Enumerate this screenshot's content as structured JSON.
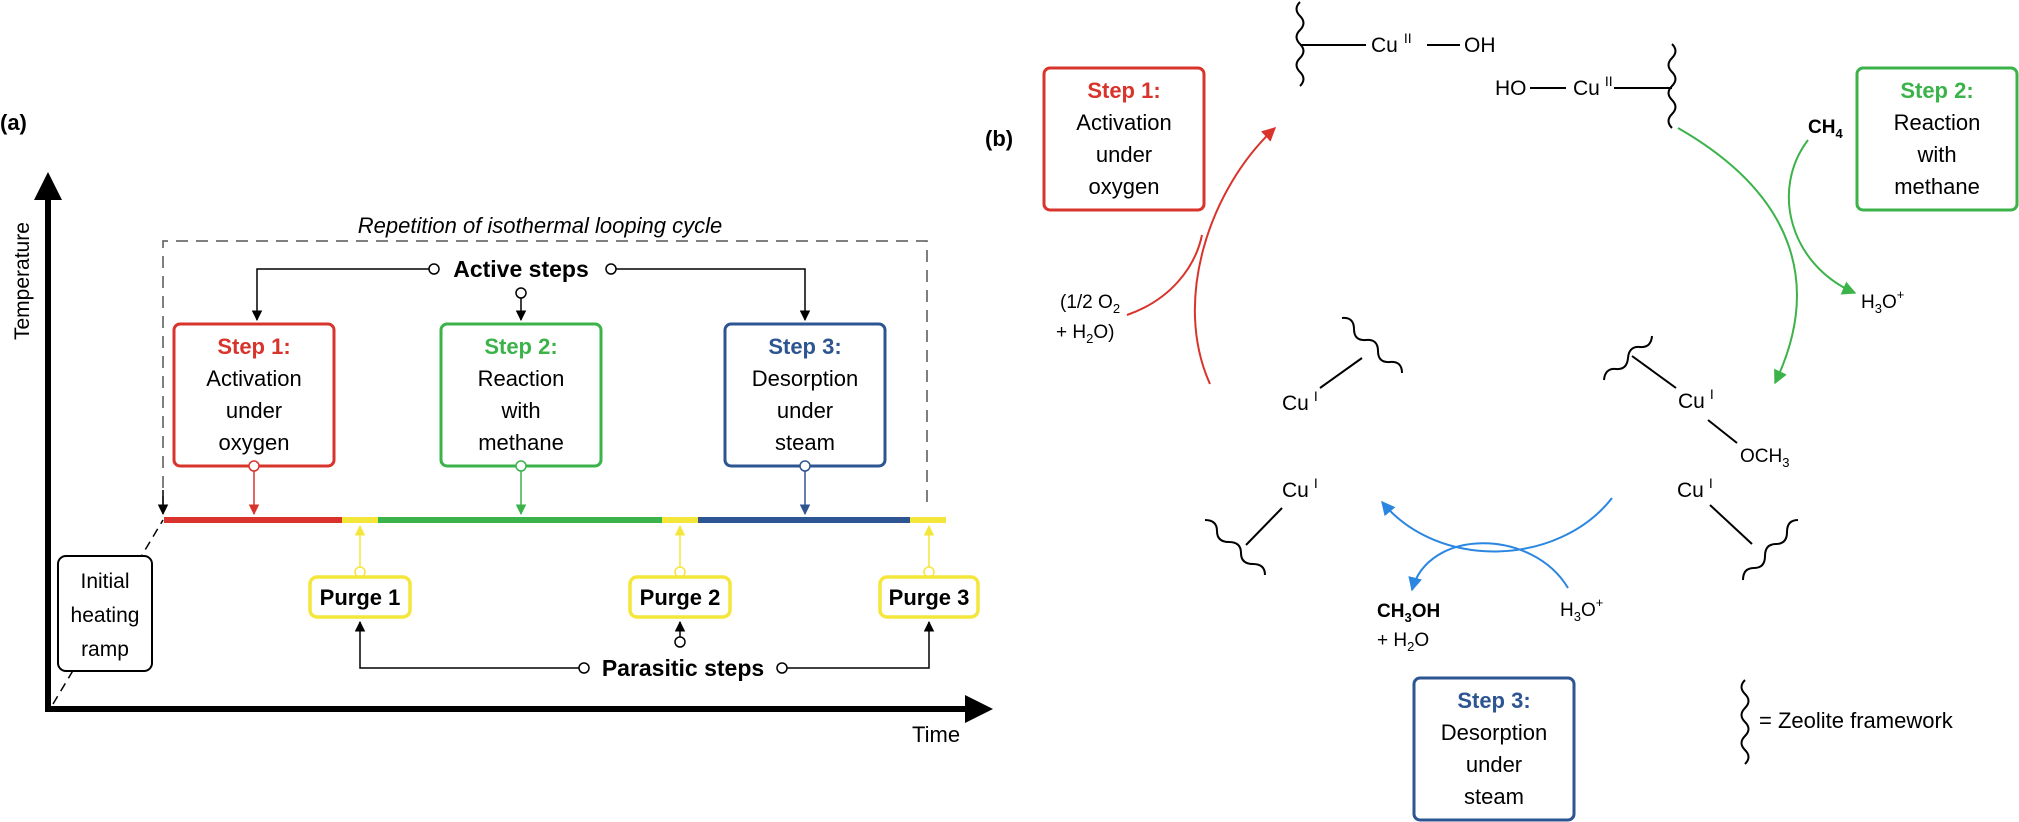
{
  "colors": {
    "step1": "#d9342b",
    "step2": "#3cb34a",
    "step3": "#2d5591",
    "purge": "#f5e63c",
    "purge_text": "#000000",
    "frame": "#000000",
    "blue_arrow": "#2a86e0",
    "dashed": "#555555"
  },
  "panel_a": {
    "label": "(a)",
    "y_axis": "Temperature",
    "x_axis": "Time",
    "repetition_label": "Repetition of isothermal looping cycle",
    "active_steps": "Active steps",
    "parasitic_steps": "Parasitic steps",
    "initial_ramp": [
      "Initial",
      "heating",
      "ramp"
    ],
    "step1": {
      "title": "Step 1:",
      "lines": [
        "Activation",
        "under",
        "oxygen"
      ]
    },
    "step2": {
      "title": "Step 2:",
      "lines": [
        "Reaction",
        "with",
        "methane"
      ]
    },
    "step3": {
      "title": "Step 3:",
      "lines": [
        "Desorption",
        "under",
        "steam"
      ]
    },
    "purge1": "Purge 1",
    "purge2": "Purge 2",
    "purge3": "Purge 3"
  },
  "panel_b": {
    "label": "(b)",
    "step1": {
      "title": "Step 1:",
      "lines": [
        "Activation",
        "under",
        "oxygen"
      ]
    },
    "step2": {
      "title": "Step 2:",
      "lines": [
        "Reaction",
        "with",
        "methane"
      ]
    },
    "step3": {
      "title": "Step 3:",
      "lines": [
        "Desorption",
        "under",
        "steam"
      ]
    },
    "cu2_oh": {
      "cu": "Cu",
      "ox": "II",
      "oh": "OH"
    },
    "ho_cu2": {
      "ho": "HO",
      "cu": "Cu",
      "ox": "II"
    },
    "ch4": {
      "c": "CH",
      "sub": "4"
    },
    "h3o_right": {
      "h": "H",
      "sub": "3",
      "o": "O",
      "sup": "+"
    },
    "o2_reagent": {
      "l1a": "(1/2 O",
      "l1sub": "2",
      "l2a": "+  H",
      "l2sub": "2",
      "l2b": "O)"
    },
    "cu1_left": {
      "cu": "Cu",
      "ox": "I"
    },
    "cu1_och3": {
      "cu": "Cu",
      "ox": "I",
      "och": "OCH",
      "sub": "3"
    },
    "cu1_bottom_left": {
      "cu": "Cu",
      "ox": "I"
    },
    "cu1_bottom_right": {
      "cu": "Cu",
      "ox": "I"
    },
    "ch3oh": {
      "a": "CH",
      "sub": "3",
      "b": "OH",
      "l2a": "+  H",
      "l2sub": "2",
      "l2b": "O"
    },
    "h3o_bottom": {
      "h": "H",
      "sub": "3",
      "o": "O",
      "sup": "+"
    },
    "legend": "= Zeolite framework"
  }
}
